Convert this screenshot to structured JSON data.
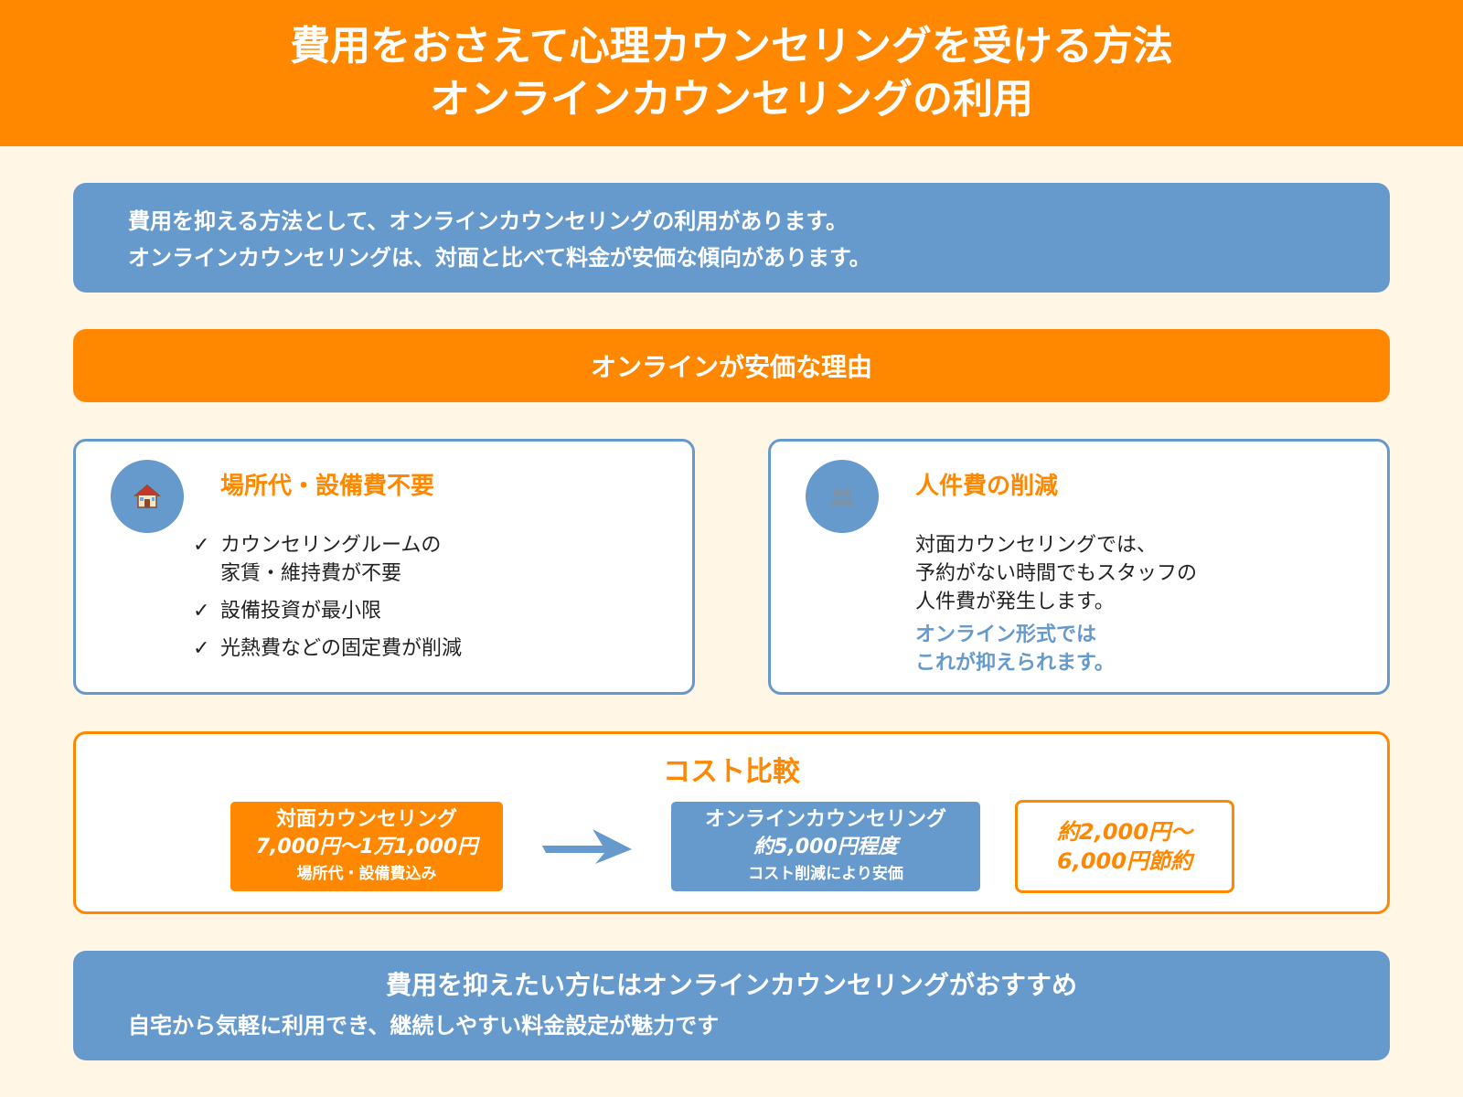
{
  "header": {
    "title_line1": "費用をおさえて心理カウンセリングを受ける方法",
    "title_line2": "オンラインカウンセリングの利用"
  },
  "intro": {
    "line1": "費用を抑える方法として、オンラインカウンセリングの利用があります。",
    "line2": "オンラインカウンセリングは、対面と比べて料金が安価な傾向があります。"
  },
  "reasons": {
    "heading": "オンラインが安価な理由",
    "left_card": {
      "icon": "house-icon",
      "title": "場所代・設備費不要",
      "check_mark": "✓",
      "item1_line1": "カウンセリングルームの",
      "item1_line2": "家賃・維持費が不要",
      "item2": "設備投資が最小限",
      "item3": "光熱費などの固定費が削減"
    },
    "right_card": {
      "icon": "people-icon",
      "title": "人件費の削減",
      "line1": "対面カウンセリングでは、",
      "line2": "予約がない時間でもスタッフの",
      "line3": "人件費が発生します。",
      "emph_line1": "オンライン形式では",
      "emph_line2": "これが抑えられます。"
    }
  },
  "cost": {
    "title": "コスト比較",
    "face": {
      "label": "対面カウンセリング",
      "price": "7,000円〜1万1,000円",
      "note": "場所代・設備費込み"
    },
    "online": {
      "label": "オンラインカウンセリング",
      "price": "約5,000円程度",
      "note": "コスト削減により安価"
    },
    "savings_line1": "約2,000円〜",
    "savings_line2": "6,000円節約"
  },
  "footer": {
    "main": "費用を抑えたい方にはオンラインカウンセリングがおすすめ",
    "sub": "自宅から気軽に利用でき、継続しやすい料金設定が魅力です"
  },
  "colors": {
    "orange": "#ff8800",
    "blue": "#6699cc",
    "background": "#fff6e5"
  }
}
